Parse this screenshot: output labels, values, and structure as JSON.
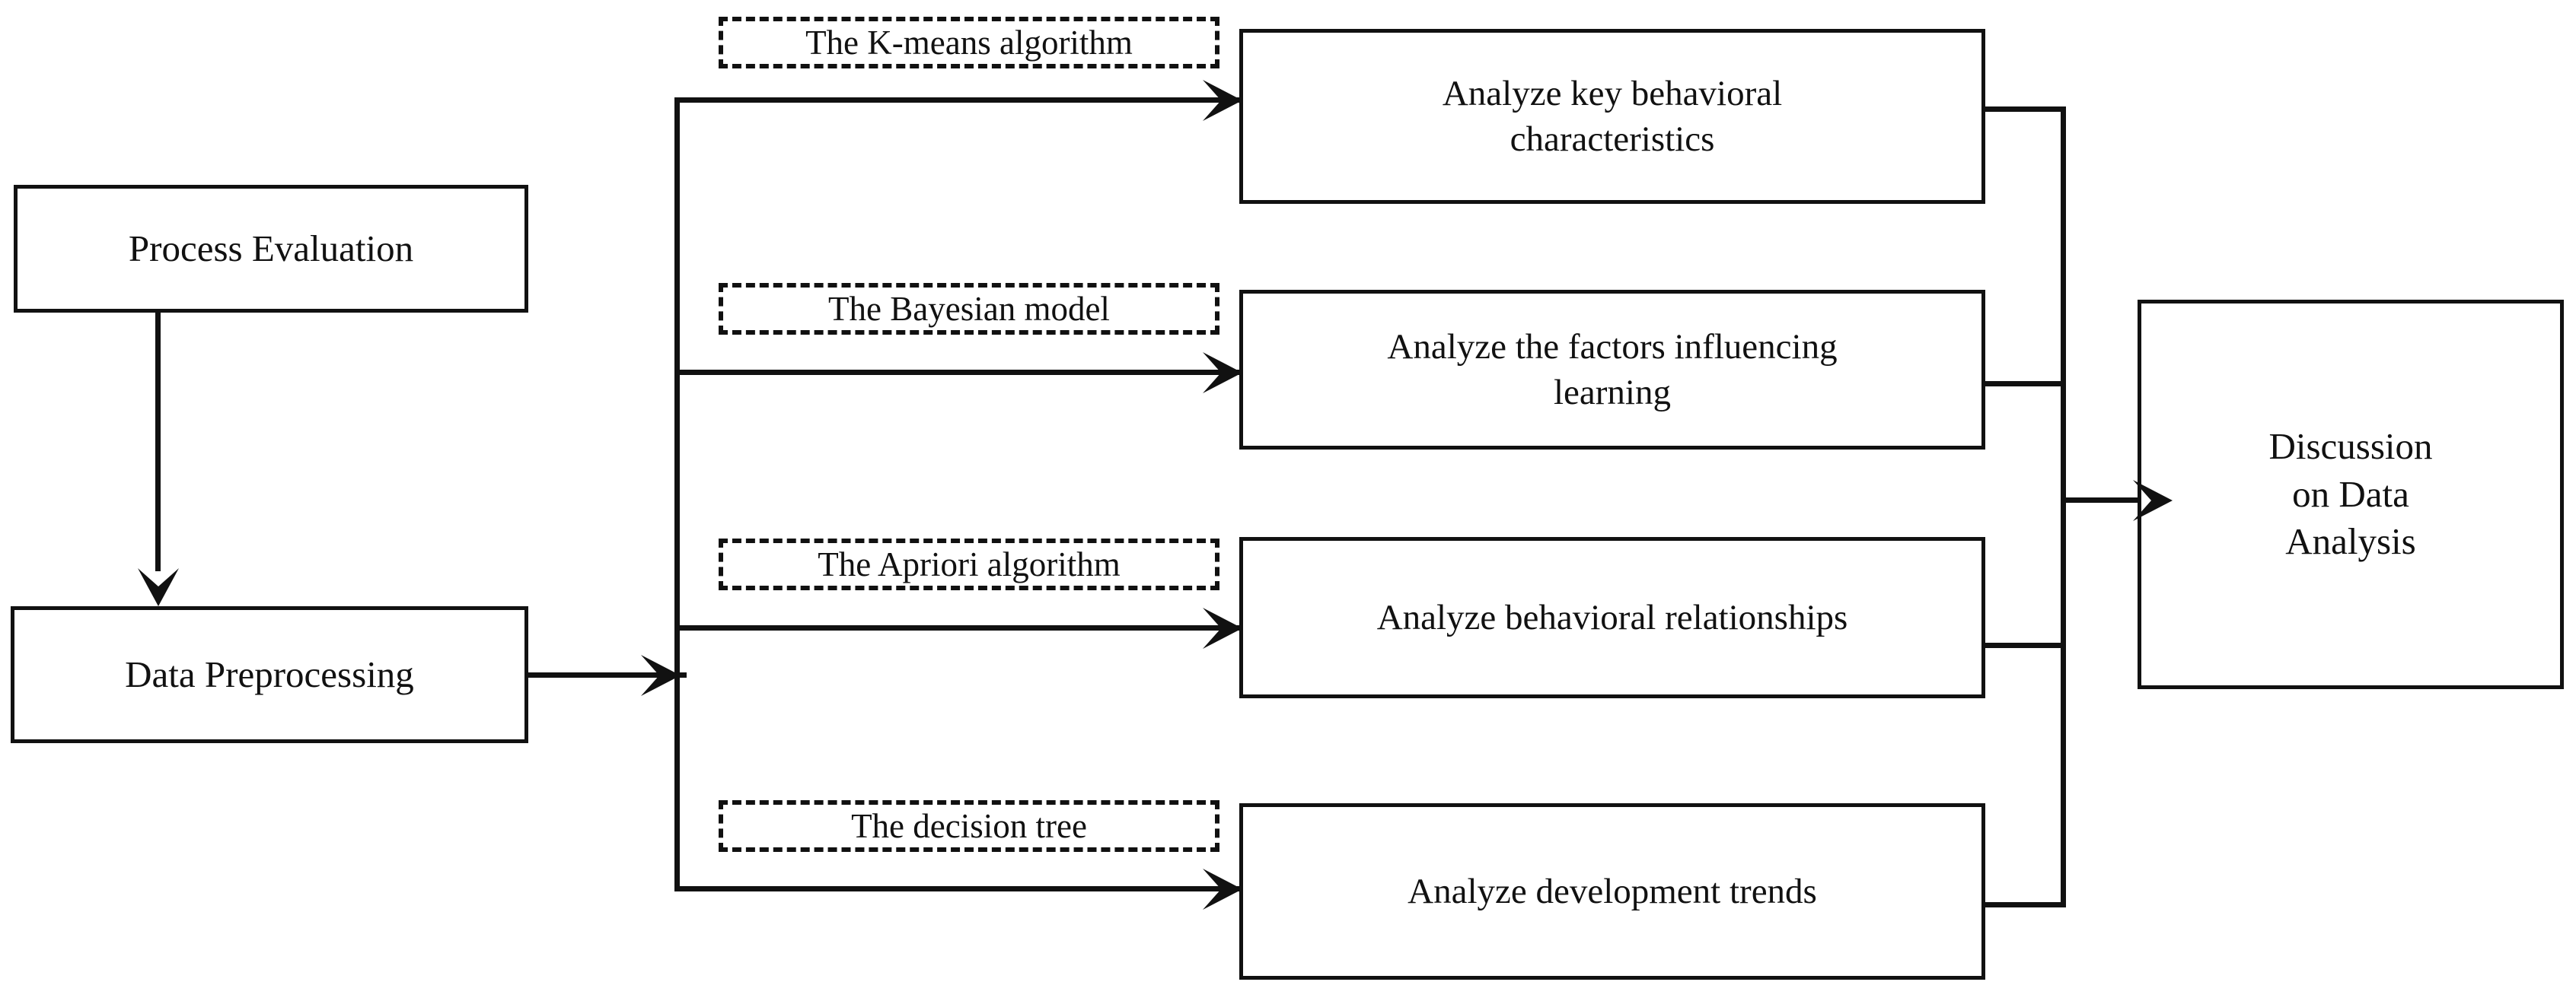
{
  "diagram": {
    "title": "Data analysis process flowchart",
    "background_color": "#ffffff",
    "line_color": "#111111"
  },
  "nodes": {
    "process_evaluation": {
      "label": "Process Evaluation"
    },
    "data_preprocessing": {
      "label": "Data Preprocessing"
    },
    "analyze_key_behavioral": {
      "label": "Analyze key behavioral\ncharacteristics"
    },
    "analyze_factors": {
      "label": "Analyze the factors influencing\nlearning"
    },
    "analyze_relationships": {
      "label": "Analyze behavioral relationships"
    },
    "analyze_trends": {
      "label": "Analyze development trends"
    },
    "discussion": {
      "label": "Discussion\non Data\nAnalysis"
    }
  },
  "method_notes": {
    "kmeans": {
      "label": "The K-means algorithm"
    },
    "bayesian": {
      "label": "The Bayesian model"
    },
    "apriori": {
      "label": "The Apriori algorithm"
    },
    "decision_tree": {
      "label": "The decision tree"
    }
  },
  "edges": [
    {
      "name": "process-evaluation-to-data-preprocessing",
      "from": "process_evaluation",
      "to": "data_preprocessing",
      "style": "solid",
      "arrow": true
    },
    {
      "name": "data-preprocessing-to-branch-trunk",
      "from": "data_preprocessing",
      "to": "branch_trunk",
      "style": "solid",
      "arrow": true
    },
    {
      "name": "branch-to-analyze-key-behavioral",
      "from": "branch_trunk",
      "to": "analyze_key_behavioral",
      "style": "solid",
      "arrow": true,
      "note": "kmeans"
    },
    {
      "name": "branch-to-analyze-factors",
      "from": "branch_trunk",
      "to": "analyze_factors",
      "style": "solid",
      "arrow": true,
      "note": "bayesian"
    },
    {
      "name": "branch-to-analyze-relationships",
      "from": "branch_trunk",
      "to": "analyze_relationships",
      "style": "solid",
      "arrow": true,
      "note": "apriori"
    },
    {
      "name": "branch-to-analyze-trends",
      "from": "branch_trunk",
      "to": "analyze_trends",
      "style": "solid",
      "arrow": true,
      "note": "decision_tree"
    },
    {
      "name": "analyze-key-behavioral-to-merge",
      "from": "analyze_key_behavioral",
      "to": "merge_trunk",
      "style": "solid",
      "arrow": false
    },
    {
      "name": "analyze-factors-to-merge",
      "from": "analyze_factors",
      "to": "merge_trunk",
      "style": "solid",
      "arrow": false
    },
    {
      "name": "analyze-relationships-to-merge",
      "from": "analyze_relationships",
      "to": "merge_trunk",
      "style": "solid",
      "arrow": false
    },
    {
      "name": "analyze-trends-to-merge",
      "from": "analyze_trends",
      "to": "merge_trunk",
      "style": "solid",
      "arrow": false
    },
    {
      "name": "merge-to-discussion",
      "from": "merge_trunk",
      "to": "discussion",
      "style": "solid",
      "arrow": true
    }
  ]
}
